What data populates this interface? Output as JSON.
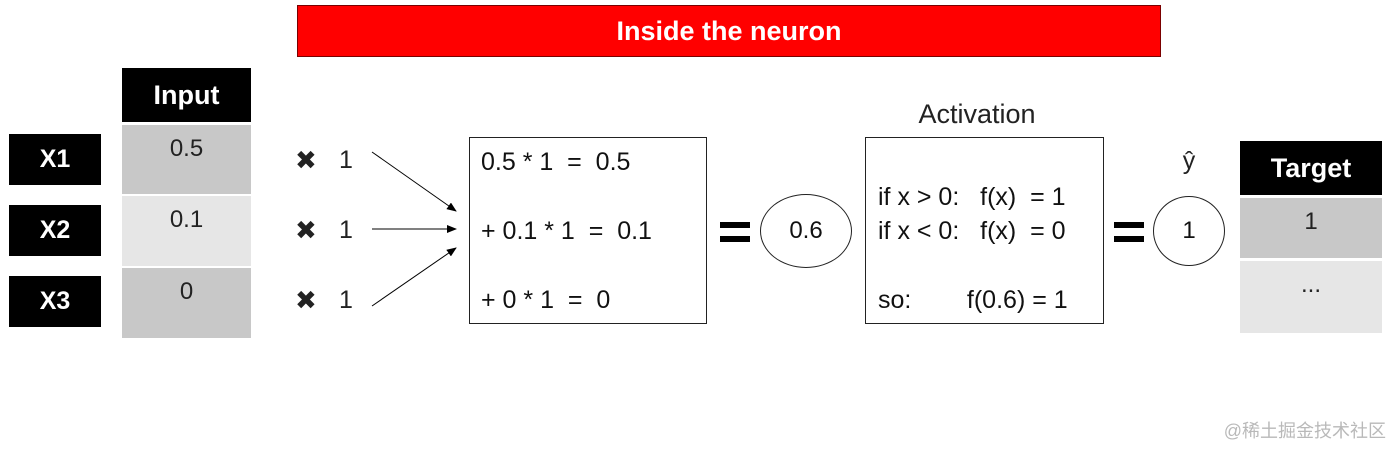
{
  "title": "Inside the neuron",
  "input": {
    "header": "Input",
    "rows": [
      {
        "label": "X1",
        "value": "0.5"
      },
      {
        "label": "X2",
        "value": "0.1"
      },
      {
        "label": "X3",
        "value": "0"
      }
    ]
  },
  "weights": [
    {
      "symbol": "✖",
      "value": "1"
    },
    {
      "symbol": "✖",
      "value": "1"
    },
    {
      "symbol": "✖",
      "value": "1"
    }
  ],
  "sum_box": {
    "lines": [
      "0.5 * 1  =  0.5",
      "+ 0.1 * 1  =  0.1",
      "+ 0 * 1  =  0"
    ]
  },
  "sum_result": "0.6",
  "activation": {
    "title": "Activation",
    "line1": "if x > 0:   f(x)  = 1",
    "line2": "if x < 0:   f(x)  = 0",
    "line3": "so:        f(0.6) = 1"
  },
  "output": {
    "label": "ŷ",
    "value": "1"
  },
  "target": {
    "header": "Target",
    "values": [
      "1",
      "..."
    ]
  },
  "watermark": "@稀土掘金技术社区",
  "colors": {
    "banner": "#ff0000",
    "header_bg": "#000000",
    "cell_dark": "#c8c8c8",
    "cell_light": "#e6e6e6"
  }
}
